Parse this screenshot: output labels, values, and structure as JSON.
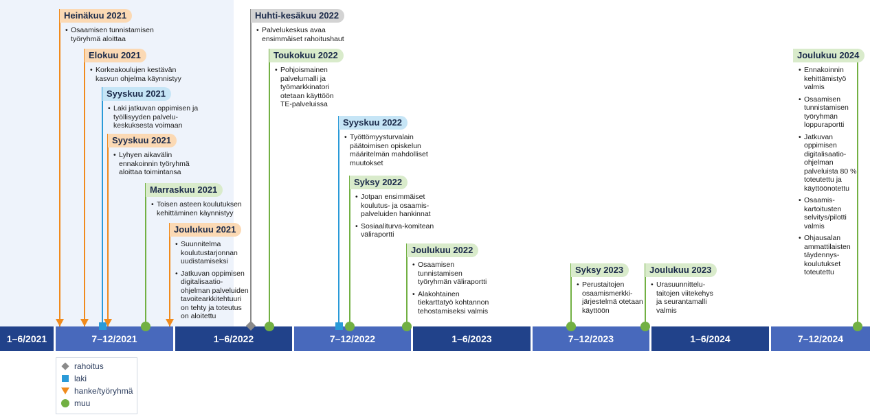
{
  "colors": {
    "orange": "#f08a1c",
    "orange_bg": "#fbd9b4",
    "blue": "#2a9ad8",
    "blue_bg": "#c6e5f6",
    "green": "#72b043",
    "green_bg": "#d9ebcb",
    "grey": "#8a8a8a",
    "grey_bg": "#d3d3d3",
    "dark_band": "#21428a",
    "light_band": "#4869bc"
  },
  "legend": [
    {
      "type": "rahoitus",
      "label": "rahoitus",
      "icon": "diamond-icon"
    },
    {
      "type": "laki",
      "label": "laki",
      "icon": "square-icon"
    },
    {
      "type": "hanke",
      "label": "hanke/työryhmä",
      "icon": "triangle-down-icon"
    },
    {
      "type": "muu",
      "label": "muu",
      "icon": "circle-icon"
    }
  ],
  "periods": [
    "1–6/2021",
    "7–12/2021",
    "1–6/2022",
    "7–12/2022",
    "1–6/2023",
    "7–12/2023",
    "1–6/2024",
    "7–12/2024"
  ],
  "events": [
    {
      "id": "heinakuu-2021",
      "type": "hanke",
      "title": "Heinäkuu 2021",
      "items": [
        "Osaamisen tunnistamisen työryhmä aloittaa"
      ]
    },
    {
      "id": "elokuu-2021",
      "type": "hanke",
      "title": "Elokuu 2021",
      "items": [
        "Korkeakoulujen kestävän kasvun ohjelma käynnistyy"
      ]
    },
    {
      "id": "syyskuu-2021-laki",
      "type": "laki",
      "title": "Syyskuu 2021",
      "items": [
        "Laki jatkuvan oppimisen ja työllisyyden palvelu-keskuksesta voimaan"
      ]
    },
    {
      "id": "syyskuu-2021-hanke",
      "type": "hanke",
      "title": "Syyskuu 2021",
      "items": [
        "Lyhyen aikavälin ennakoinnin työryhmä aloittaa toimintansa"
      ]
    },
    {
      "id": "marraskuu-2021",
      "type": "muu",
      "title": "Marraskuu 2021",
      "items": [
        "Toisen asteen koulutuksen kehittäminen käynnistyy"
      ]
    },
    {
      "id": "joulukuu-2021",
      "type": "hanke",
      "title": "Joulukuu 2021",
      "items": [
        "Suunnitelma koulutustarjonnan uudistamiseksi",
        "Jatkuvan oppimisen digitalisaatio-ohjelman palveluiden tavoitearkkitehtuuri on tehty ja toteutus on aloitettu"
      ]
    },
    {
      "id": "huhti-kesakuu-2022",
      "type": "rahoitus",
      "title": "Huhti-kesäkuu 2022",
      "items": [
        "Palvelukeskus avaa ensimmäiset rahoitushaut"
      ]
    },
    {
      "id": "toukokuu-2022",
      "type": "muu",
      "title": "Toukokuu 2022",
      "items": [
        "Pohjoismainen palvelumalli ja työmarkkinatori otetaan käyttöön TE-palveluissa"
      ]
    },
    {
      "id": "syyskuu-2022",
      "type": "laki",
      "title": "Syyskuu 2022",
      "items": [
        "Työttömyysturvalain päätoimisen opiskelun määritelmän mahdolliset muutokset"
      ]
    },
    {
      "id": "syksy-2022",
      "type": "muu",
      "title": "Syksy 2022",
      "items": [
        "Jotpan ensimmäiset koulutus- ja osaamis-palveluiden hankinnat",
        "Sosiaaliturva-komitean väliraportti"
      ]
    },
    {
      "id": "joulukuu-2022",
      "type": "muu",
      "title": "Joulukuu 2022",
      "items": [
        "Osaamisen tunnistamisen työryhmän väliraportti",
        "Alakohtainen tiekarttatyö kohtannon tehostamiseksi valmis"
      ]
    },
    {
      "id": "syksy-2023",
      "type": "muu",
      "title": "Syksy 2023",
      "items": [
        "Perustaitojen osaamismerkki-järjestelmä otetaan käyttöön"
      ]
    },
    {
      "id": "joulukuu-2023",
      "type": "muu",
      "title": "Joulukuu 2023",
      "items": [
        "Urasuunnittelu-taitojen viitekehys ja seurantamalli valmis"
      ]
    },
    {
      "id": "joulukuu-2024",
      "type": "muu",
      "title": "Joulukuu 2024",
      "items": [
        "Ennakoinnin kehittämistyö valmis",
        "Osaamisen tunnistamisen työryhmän loppuraportti",
        "Jatkuvan oppimisen digitalisaatio-ohjelman palveluista 80 % toteutettu ja käyttöönotettu",
        "Osaamis-kartoitusten selvitys/pilotti valmis",
        "Ohjausalan ammattilaisten täydennys-koulutukset toteutettu"
      ]
    }
  ]
}
